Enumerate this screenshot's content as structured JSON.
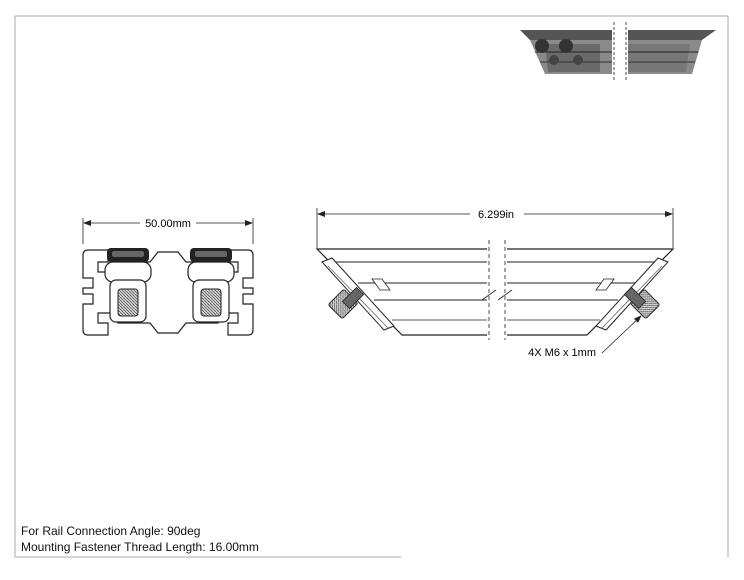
{
  "dimensions": {
    "width_label": "50.00mm",
    "length_label": "6.299in",
    "fastener_label": "4X M6 x 1mm"
  },
  "notes": {
    "rail_angle": "For Rail Connection Angle: 90deg",
    "thread_length": "Mounting Fastener Thread Length: 16.00mm"
  },
  "colors": {
    "line": "#222222",
    "part_dark": "#3a3a3a",
    "part_mid": "#6a6a6a",
    "part_light": "#c8c8c8"
  }
}
